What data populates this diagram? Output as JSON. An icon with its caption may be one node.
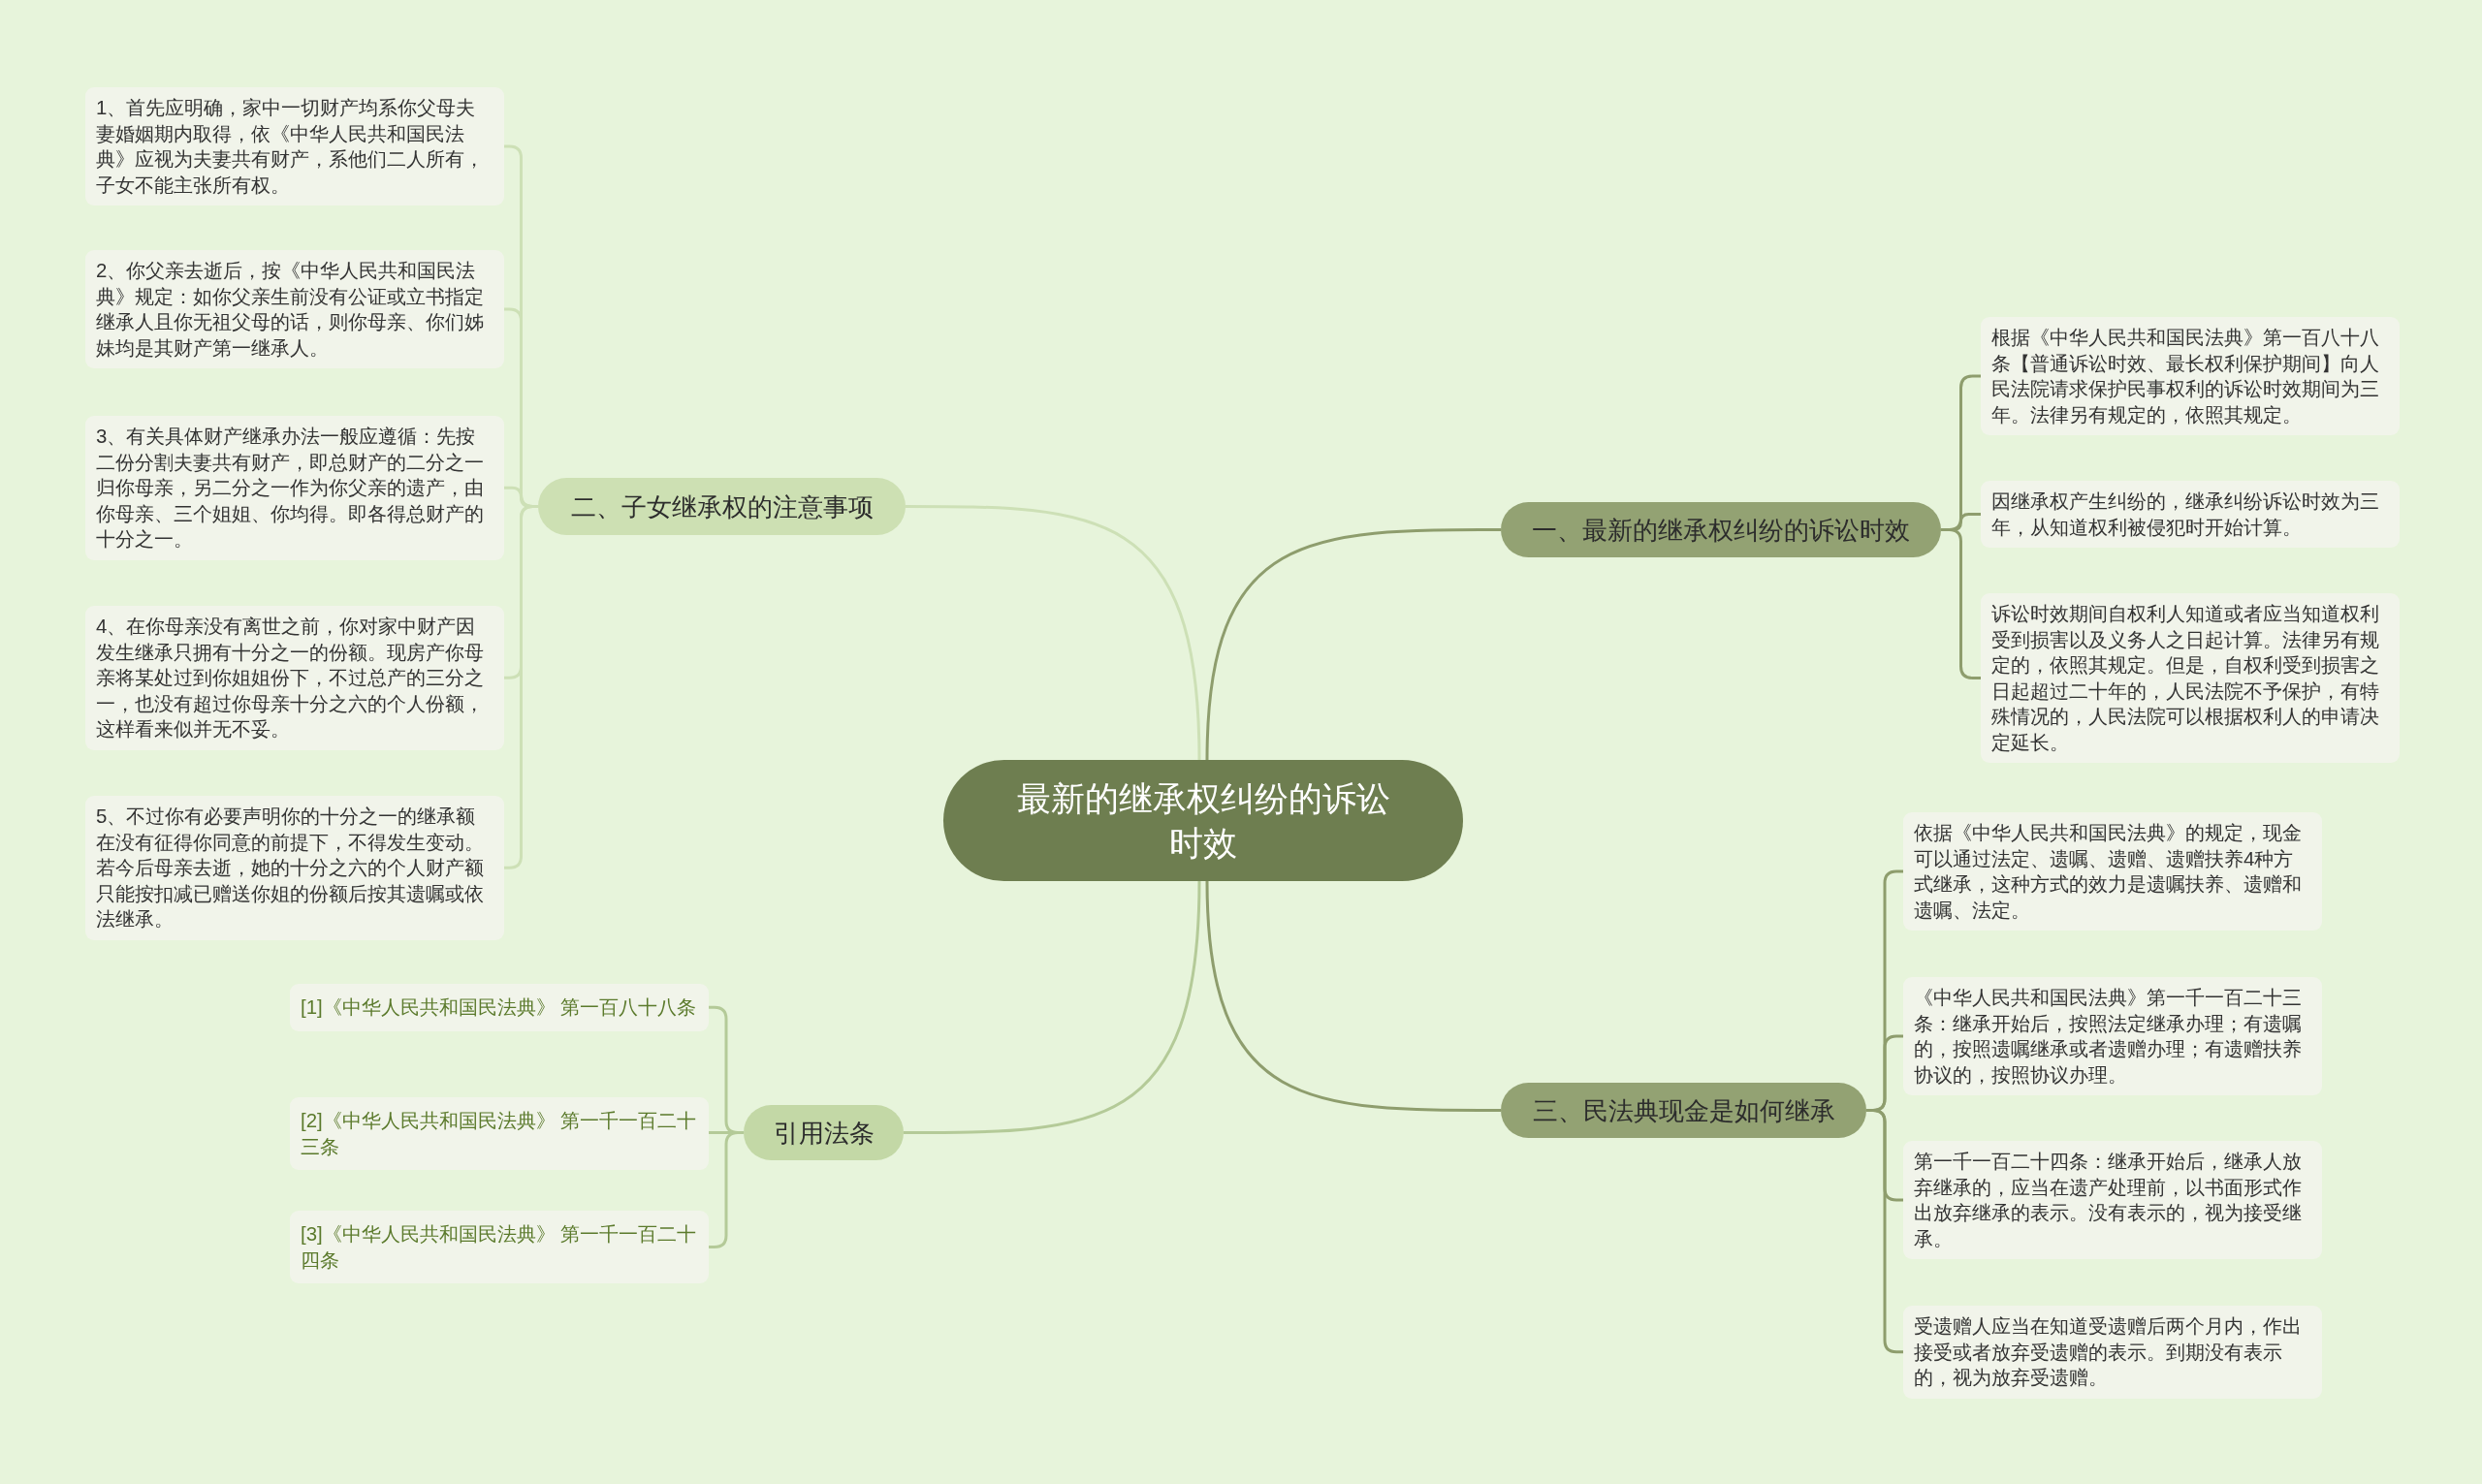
{
  "diagram": {
    "nodes": [
      {
        "text": [
          "最新的继承权纠纷的诉讼时效"
        ]
      },
      {
        "text": [
          "二、子女继承权的注意事项"
        ]
      },
      {
        "text": [
          "1、首先应明确，家中一切财产均系你父母夫妻婚姻期内取得，依《中华人民共和国民法典》应视为夫妻共有财产，系他们二人所有，子女不能主张所有权。"
        ]
      },
      {
        "text": [
          "2、你父亲去逝后，按《中华人民共和国民法典》规定：如你父亲生前没有公证或立书指定继承人且你无祖父母的话，则你母亲、你们姊妹均是其财产第一继承人。"
        ]
      },
      {
        "text": [
          "3、有关具体财产继承办法一般应遵循：先按二份分割夫妻共有财产，即总财产的二分之一归你母亲，另二分之一作为你父亲的遗产，由你母亲、三个姐姐、你均得。即各得总财产的十分之一。"
        ]
      },
      {
        "text": [
          "4、在你母亲没有离世之前，你对家中财产因发生继承只拥有十分之一的份额。现房产你母亲将某处过到你姐姐份下，不过总产的三分之一，也没有超过你母亲十分之六的个人份额，这样看来似并无不妥。"
        ]
      },
      {
        "text": [
          "5、不过你有必要声明你的十分之一的继承额在没有征得你同意的前提下，不得发生变动。若今后母亲去逝，她的十分之六的个人财产额只能按扣减已赠送你姐的份额后按其遗嘱或依法继承。"
        ]
      },
      {
        "text": [
          "一、最新的继承权纠纷的诉讼时效"
        ]
      },
      {
        "text": [
          "根据《中华人民共和国民法典》第一百八十八条【普通诉讼时效、最长权利保护期间】向人民法院请求保护民事权利的诉讼时效期间为三年。法律另有规定的，依照其规定。"
        ]
      },
      {
        "text": [
          "因继承权产生纠纷的，继承纠纷诉讼时效为三年，从知道权利被侵犯时开始计算。"
        ]
      },
      {
        "text": [
          "诉讼时效期间自权利人知道或者应当知道权利受到损害以及义务人之日起计算。法律另有规定的，依照其规定。但是，自权利受到损害之日起超过二十年的，人民法院不予保护，有特殊情况的，人民法院可以根据权利人的申请决定延长。"
        ]
      },
      {
        "text": [
          "三、民法典现金是如何继承"
        ]
      },
      {
        "text": [
          "依据《中华人民共和国民法典》的规定，现金可以通过法定、遗嘱、遗赠、遗赠扶养4种方式继承，这种方式的效力是遗嘱扶养、遗赠和遗嘱、法定。"
        ]
      },
      {
        "text": [
          "《中华人民共和国民法典》第一千一百二十三条：继承开始后，按照法定继承办理；有遗嘱的，按照遗嘱继承或者遗赠办理；有遗赠扶养协议的，按照协议办理。"
        ]
      },
      {
        "text": [
          "第一千一百二十四条：继承开始后，继承人放弃继承的，应当在遗产处理前，以书面形式作出放弃继承的表示。没有表示的，视为接受继承。"
        ]
      },
      {
        "text": [
          "受遗赠人应当在知道受遗赠后两个月内，作出接受或者放弃受遗赠的表示。到期没有表示的，视为放弃受遗赠。"
        ]
      },
      {
        "text": [
          "引用法条"
        ]
      },
      {
        "text": [
          "[1]《中华人民共和国民法典》 第一百八十八条"
        ]
      },
      {
        "text": [
          "[2]《中华人民共和国民法典》 第一千一百二十三条"
        ]
      },
      {
        "text": [
          "[3]《中华人民共和国民法典》 第一千一百二十四条"
        ]
      }
    ],
    "edges": [
      {
        "from": 0,
        "to": 1,
        "arrow": "none",
        "color": "#cde0b6"
      },
      {
        "from": 1,
        "to": 2,
        "arrow": "none",
        "color": "#cde0b6"
      },
      {
        "from": 1,
        "to": 3,
        "arrow": "none",
        "color": "#cde0b6"
      },
      {
        "from": 1,
        "to": 4,
        "arrow": "none",
        "color": "#cde0b6"
      },
      {
        "from": 1,
        "to": 5,
        "arrow": "none",
        "color": "#cde0b6"
      },
      {
        "from": 1,
        "to": 6,
        "arrow": "none",
        "color": "#cde0b6"
      },
      {
        "from": 0,
        "to": 7,
        "arrow": "none"
      },
      {
        "from": 7,
        "to": 8,
        "arrow": "none"
      },
      {
        "from": 7,
        "to": 9,
        "arrow": "none"
      },
      {
        "from": 7,
        "to": 10,
        "arrow": "none"
      },
      {
        "from": 0,
        "to": 11,
        "arrow": "none"
      },
      {
        "from": 11,
        "to": 12,
        "arrow": "none"
      },
      {
        "from": 11,
        "to": 13,
        "arrow": "none"
      },
      {
        "from": 11,
        "to": 14,
        "arrow": "none"
      },
      {
        "from": 11,
        "to": 15,
        "arrow": "none"
      },
      {
        "from": 0,
        "to": 16,
        "arrow": "none",
        "color": "#b4ca98"
      },
      {
        "from": 16,
        "to": 17,
        "arrow": "none",
        "color": "#b4ca98"
      },
      {
        "from": 16,
        "to": 18,
        "arrow": "none",
        "color": "#b4ca98"
      },
      {
        "from": 16,
        "to": 19,
        "arrow": "none",
        "color": "#b4ca98"
      }
    ]
  }
}
